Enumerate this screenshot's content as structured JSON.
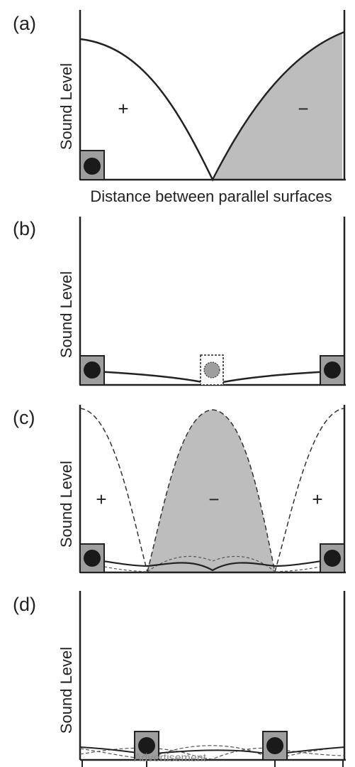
{
  "panels": [
    {
      "id": "a",
      "label": "(a)",
      "ylabel": "Sound Level",
      "xlabel": "Distance between parallel surfaces",
      "signs": [
        "+",
        "−"
      ]
    },
    {
      "id": "b",
      "label": "(b)",
      "ylabel": "Sound Level"
    },
    {
      "id": "c",
      "label": "(c)",
      "ylabel": "Sound Level",
      "signs": [
        "+",
        "−",
        "+"
      ]
    },
    {
      "id": "d",
      "label": "(d)",
      "ylabel": "Sound Level",
      "watermark": "Advertisement"
    }
  ],
  "colors": {
    "line": "#222222",
    "fill": "#bdbdbd",
    "speaker_fill": "#9e9e9e",
    "speaker_dot": "#1a1a1a"
  }
}
